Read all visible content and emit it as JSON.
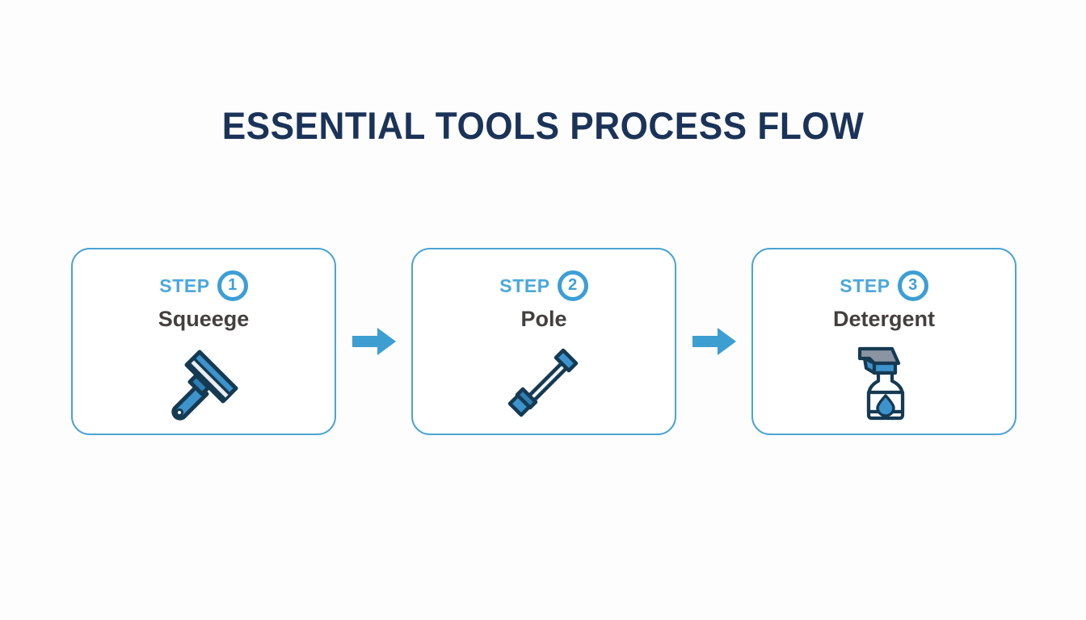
{
  "page": {
    "title": "ESSENTIAL TOOLS PROCESS FLOW",
    "background_color": "#fdfdfd"
  },
  "theme": {
    "title_color": "#1b3359",
    "accent_blue": "#4ba3d3",
    "step_label_color": "#4ba8dc",
    "card_label_color": "#443f3e",
    "arrow_color": "#3d9fd1",
    "icon_outline": "#153a52",
    "icon_blue": "#2f8fc9",
    "icon_gray": "#7b8794",
    "card_fill": "#ffffff"
  },
  "flow": {
    "step_word": "STEP",
    "steps": [
      {
        "number": "1",
        "label": "Squeege",
        "icon": "squeegee-icon"
      },
      {
        "number": "2",
        "label": "Pole",
        "icon": "pole-icon"
      },
      {
        "number": "3",
        "label": "Detergent",
        "icon": "spray-bottle-icon"
      }
    ],
    "connectors": [
      {
        "icon": "arrow-right-icon"
      },
      {
        "icon": "arrow-right-icon"
      }
    ]
  }
}
